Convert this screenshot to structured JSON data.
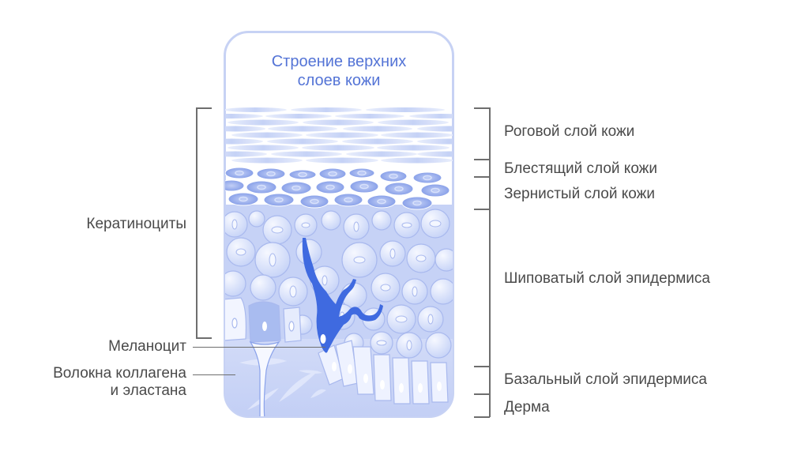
{
  "diagram": {
    "title_line1": "Строение верхних",
    "title_line2": "слоев кожи",
    "colors": {
      "card_border": "#c7d2f4",
      "title": "#5474d6",
      "cell_fill": "#dbe3fa",
      "cell_stroke": "#a9b9ee",
      "melanocyte": "#3f6ae0",
      "dermis": "#c9d4f6",
      "label_text": "#4a4a4a",
      "leader_line": "#6e6e6e"
    },
    "left_labels": {
      "keratinocytes": "Кератиноциты",
      "melanocyte": "Меланоцит",
      "fibers_line1": "Волокна коллагена",
      "fibers_line2": "и эластана"
    },
    "right_labels": {
      "stratum_corneum": "Роговой слой кожи",
      "stratum_lucidum": "Блестящий слой кожи",
      "stratum_granulosum": "Зернистый слой кожи",
      "stratum_spinosum": "Шиповатый слой эпидермиса",
      "stratum_basale": "Базальный слой эпидермиса",
      "dermis": "Дерма"
    }
  }
}
